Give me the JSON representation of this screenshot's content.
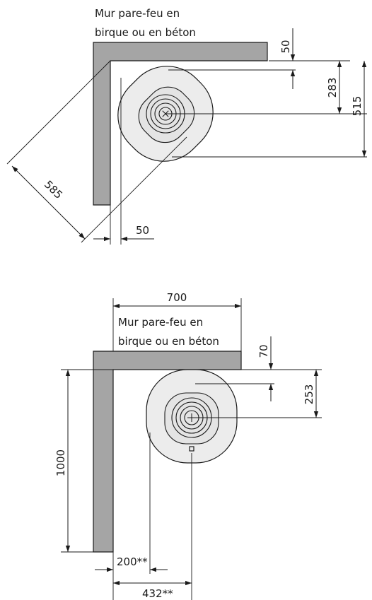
{
  "corner_install": {
    "wall_label_line1": "Mur pare-feu en",
    "wall_label_line2": "birque ou en béton",
    "dim_wall_gap": "50",
    "dim_center_front": "283",
    "dim_total_depth": "515",
    "dim_diagonal": "585",
    "dim_side_gap": "50"
  },
  "straight_install": {
    "dim_width": "700",
    "wall_label_line1": "Mur pare-feu en",
    "wall_label_line2": "birque ou en béton",
    "dim_wall_gap": "70",
    "dim_center_front": "253",
    "dim_height": "1000",
    "dim_side_gap": "200**",
    "dim_center_side": "432**"
  }
}
